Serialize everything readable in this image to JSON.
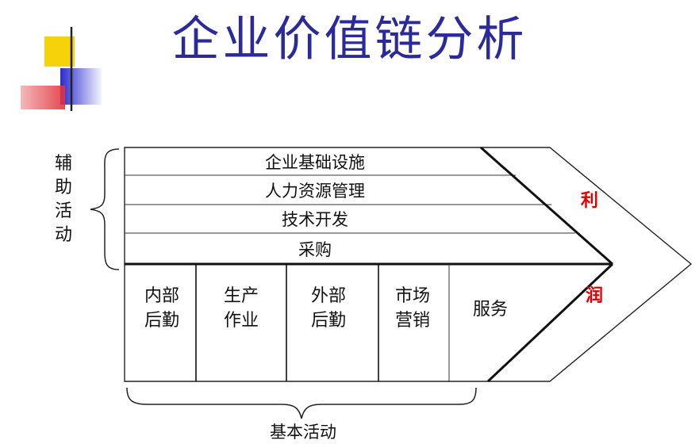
{
  "title": "企业价值链分析",
  "support": {
    "group_label": [
      "辅",
      "助",
      "活",
      "动"
    ],
    "rows": [
      "企业基础设施",
      "人力资源管理",
      "技术开发",
      "采购"
    ]
  },
  "primary": {
    "group_label": "基本活动",
    "cells": [
      {
        "line1": "内部",
        "line2": "后勤"
      },
      {
        "line1": "生产",
        "line2": "作业"
      },
      {
        "line1": "外部",
        "line2": "后勤"
      },
      {
        "line1": "市场",
        "line2": "营销"
      },
      {
        "line1": "服务",
        "line2": ""
      }
    ]
  },
  "margin": {
    "top": "利",
    "bottom": "润"
  },
  "colors": {
    "title": "#2a2a9c",
    "profit": "#e00000",
    "deco_yellow": "#f5d20a",
    "deco_blue": "#2a2ad0",
    "deco_red": "#e0343c"
  }
}
